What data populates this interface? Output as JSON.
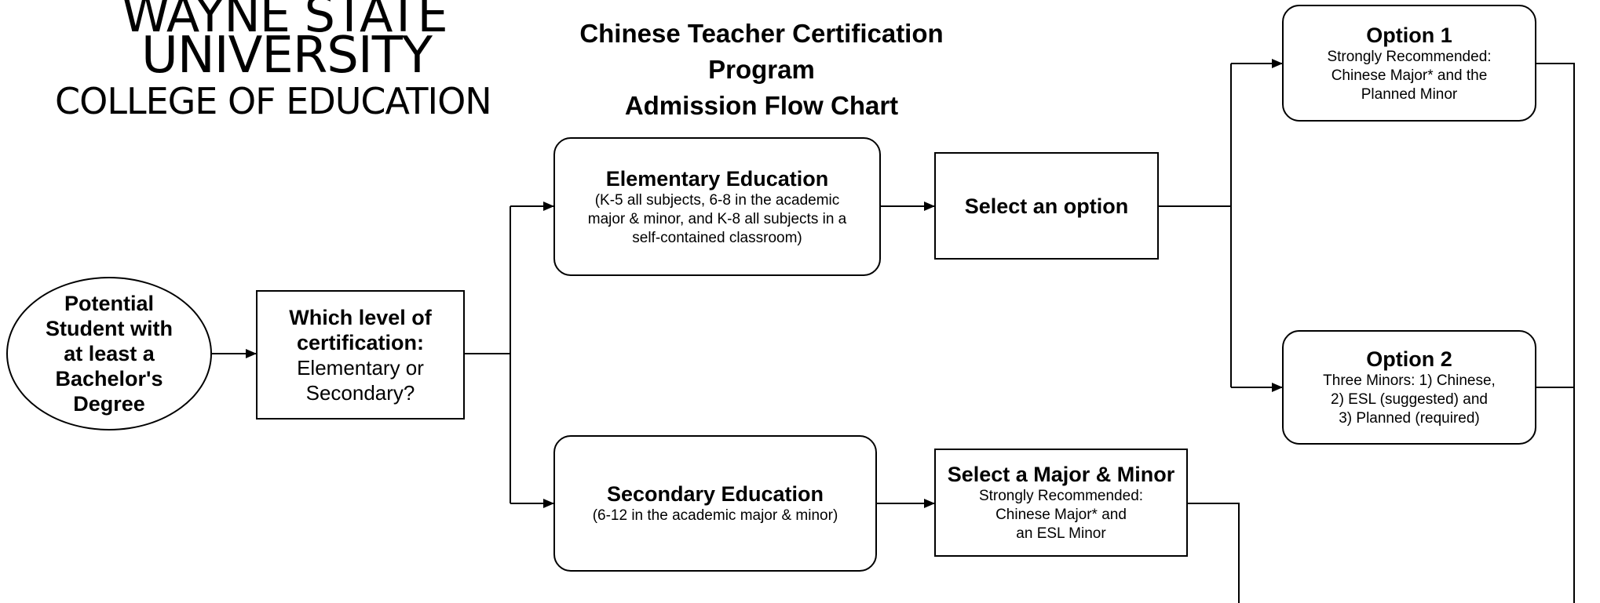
{
  "logo": {
    "line1": "WAYNE STATE",
    "line2": "UNIVERSITY",
    "line3": "COLLEGE OF EDUCATION"
  },
  "title": {
    "line1": "Chinese Teacher Certification Program",
    "line2": "Admission Flow Chart"
  },
  "nodes": {
    "start": [
      "Potential",
      "Student with",
      "at least a",
      "Bachelor's",
      "Degree"
    ],
    "level": {
      "line1": "Which level of",
      "line2": "certification:",
      "line3": "Elementary or",
      "line4": "Secondary?"
    },
    "elementary": {
      "title": "Elementary Education",
      "line1": "(K-5 all subjects, 6-8 in the academic",
      "line2": "major & minor, and K-8 all subjects in a",
      "line3": "self-contained classroom)"
    },
    "select_option": "Select an option",
    "option1": {
      "title": "Option 1",
      "line1": "Strongly Recommended:",
      "line2": "Chinese Major* and the",
      "line3": "Planned Minor"
    },
    "option2": {
      "title": "Option 2",
      "line1": "Three Minors: 1) Chinese,",
      "line2": "2) ESL (suggested) and",
      "line3": "3) Planned (required)"
    },
    "secondary": {
      "title": "Secondary Education",
      "line1": "(6-12 in the academic major & minor)"
    },
    "major_minor": {
      "title": "Select a Major & Minor",
      "line1": "Strongly Recommended:",
      "line2": "Chinese Major* and",
      "line3": "an ESL Minor"
    }
  }
}
